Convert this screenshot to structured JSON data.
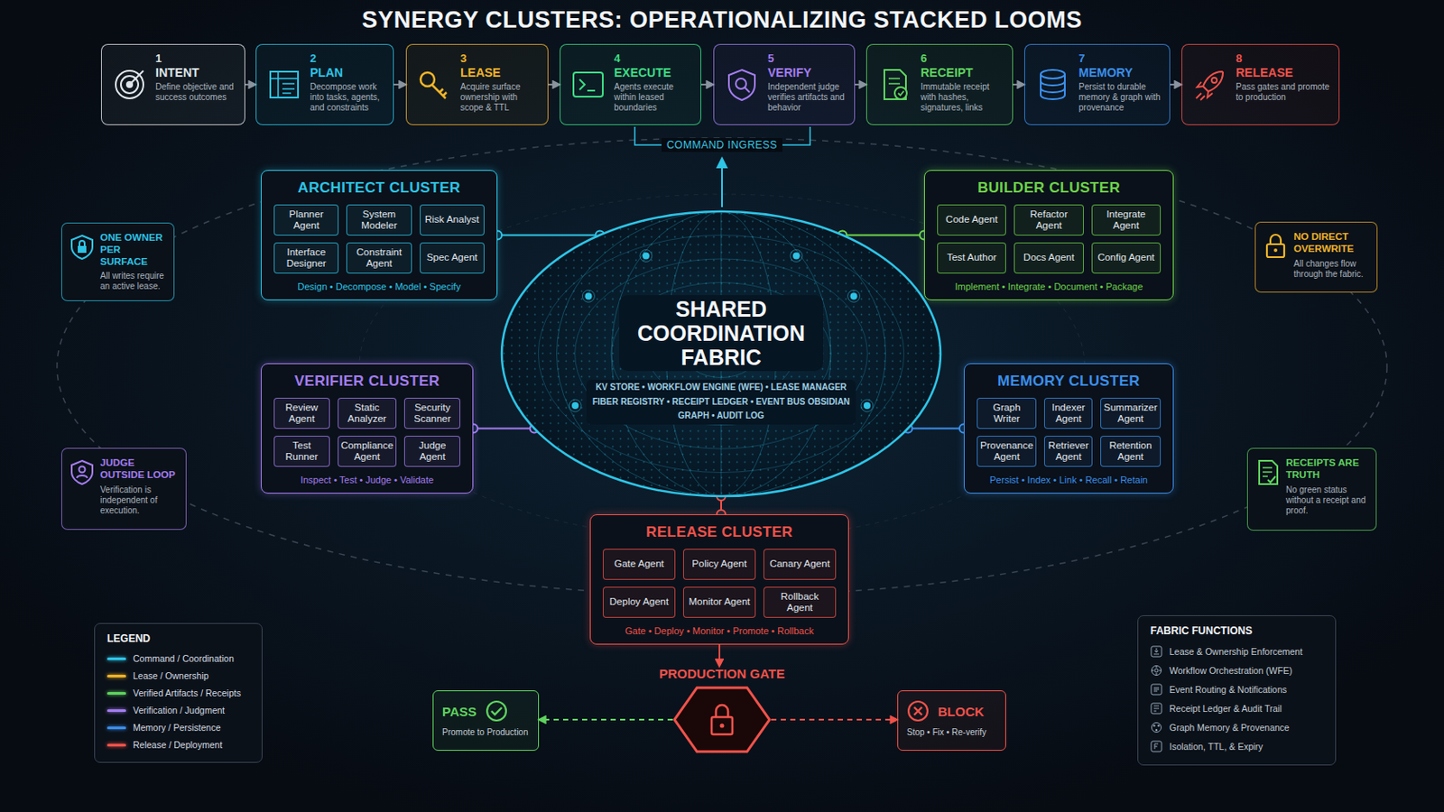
{
  "diagram": {
    "title": "SYNERGY CLUSTERS: OPERATIONALIZING STACKED LOOMS",
    "nodes": [
      {
        "text": [
          "1",
          "INTENT",
          "Define objective and success outcomes"
        ]
      },
      {
        "text": [
          "2",
          "PLAN",
          "Decompose work into tasks, agents, and constraints"
        ]
      },
      {
        "text": [
          "3",
          "LEASE",
          "Acquire surface ownership with scope & TTL"
        ]
      },
      {
        "text": [
          "4",
          "EXECUTE",
          "Agents execute within leased boundaries"
        ]
      },
      {
        "text": [
          "5",
          "VERIFY",
          "Independent judge verifies artifacts and behavior"
        ]
      },
      {
        "text": [
          "6",
          "RECEIPT",
          "Immutable receipt with hashes, signatures, links"
        ]
      },
      {
        "text": [
          "7",
          "MEMORY",
          "Persist to durable memory & graph with provenance"
        ]
      },
      {
        "text": [
          "8",
          "RELEASE",
          "Pass gates and promote to production"
        ]
      },
      {
        "text": [
          "ARCHITECT CLUSTER",
          "Design • Decompose • Model • Specify"
        ]
      },
      {
        "text": [
          "Planner Agent"
        ],
        "in": 8
      },
      {
        "text": [
          "System Modeler"
        ],
        "in": 8
      },
      {
        "text": [
          "Risk Analyst"
        ],
        "in": 8
      },
      {
        "text": [
          "Interface Designer"
        ],
        "in": 8
      },
      {
        "text": [
          "Constraint Agent"
        ],
        "in": 8
      },
      {
        "text": [
          "Spec Agent"
        ],
        "in": 8
      },
      {
        "text": [
          "BUILDER CLUSTER",
          "Implement • Integrate • Document • Package"
        ]
      },
      {
        "text": [
          "Code Agent"
        ],
        "in": 15
      },
      {
        "text": [
          "Refactor Agent"
        ],
        "in": 15
      },
      {
        "text": [
          "Integrate Agent"
        ],
        "in": 15
      },
      {
        "text": [
          "Test Author"
        ],
        "in": 15
      },
      {
        "text": [
          "Docs Agent"
        ],
        "in": 15
      },
      {
        "text": [
          "Config Agent"
        ],
        "in": 15
      },
      {
        "text": [
          "ONE OWNER PER SURFACE",
          "All writes require an active lease."
        ]
      },
      {
        "text": [
          "NO DIRECT OVERWRITE",
          "All changes flow through the fabric."
        ]
      },
      {
        "text": [
          "SHARED COORDINATION FABRIC",
          "KV STORE • WORKFLOW ENGINE (WFE) • LEASE MANAGER FIBER REGISTRY • RECEIPT LEDGER • EVENT BUS OBSIDIAN GRAPH • AUDIT LOG"
        ]
      },
      {
        "text": [
          "VERIFIER CLUSTER",
          "Inspect • Test • Judge • Validate"
        ]
      },
      {
        "text": [
          "Review Agent"
        ],
        "in": 25
      },
      {
        "text": [
          "Static Analyzer"
        ],
        "in": 25
      },
      {
        "text": [
          "Security Scanner"
        ],
        "in": 25
      },
      {
        "text": [
          "Test Runner"
        ],
        "in": 25
      },
      {
        "text": [
          "Compliance Agent"
        ],
        "in": 25
      },
      {
        "text": [
          "Judge Agent"
        ],
        "in": 25
      },
      {
        "text": [
          "MEMORY CLUSTER",
          "Persist • Index • Link • Recall • Retain"
        ]
      },
      {
        "text": [
          "Graph Writer"
        ],
        "in": 32
      },
      {
        "text": [
          "Indexer Agent"
        ],
        "in": 32
      },
      {
        "text": [
          "Summarizer Agent"
        ],
        "in": 32
      },
      {
        "text": [
          "Provenance Agent"
        ],
        "in": 32
      },
      {
        "text": [
          "Retriever Agent"
        ],
        "in": 32
      },
      {
        "text": [
          "Retention Agent"
        ],
        "in": 32
      },
      {
        "text": [
          "JUDGE OUTSIDE LOOP",
          "Verification is independent of execution."
        ]
      },
      {
        "text": [
          "RECEIPTS ARE TRUTH",
          "No green status without a receipt and proof."
        ]
      },
      {
        "text": [
          "RELEASE CLUSTER",
          "Gate • Deploy • Monitor • Promote • Rollback"
        ]
      },
      {
        "text": [
          "Gate Agent"
        ],
        "in": 41
      },
      {
        "text": [
          "Policy Agent"
        ],
        "in": 41
      },
      {
        "text": [
          "Canary Agent"
        ],
        "in": 41
      },
      {
        "text": [
          "Deploy Agent"
        ],
        "in": 41
      },
      {
        "text": [
          "Monitor Agent"
        ],
        "in": 41
      },
      {
        "text": [
          "Rollback Agent"
        ],
        "in": 41
      },
      {
        "text": [
          "PRODUCTION GATE"
        ]
      },
      {
        "text": [
          "PASS",
          "Promote to Production"
        ]
      },
      {
        "text": [
          "BLOCK",
          "Stop • Fix • Re-verify"
        ]
      },
      {
        "text": [
          "FABRIC FUNCTIONS",
          "Lease & Ownership Enforcement",
          "Workflow Orchestration (WFE)",
          "Event Routing & Notifications",
          "Receipt Ledger & Audit Trail",
          "Graph Memory & Provenance",
          "Isolation, TTL, & Expiry"
        ]
      }
    ],
    "edges": [
      {
        "from": 0,
        "to": 1,
        "arrow": "to"
      },
      {
        "from": 1,
        "to": 2,
        "arrow": "to"
      },
      {
        "from": 2,
        "to": 3,
        "arrow": "to"
      },
      {
        "from": 3,
        "to": 4,
        "arrow": "to"
      },
      {
        "from": 4,
        "to": 5,
        "arrow": "to"
      },
      {
        "from": 5,
        "to": 6,
        "arrow": "to"
      },
      {
        "from": 6,
        "to": 7,
        "arrow": "to"
      },
      {
        "from": 24,
        "to": 8,
        "arrow": "none"
      },
      {
        "from": 24,
        "to": 15,
        "arrow": "none"
      },
      {
        "from": 24,
        "to": 25,
        "arrow": "none"
      },
      {
        "from": 24,
        "to": 32,
        "arrow": "none"
      },
      {
        "from": 24,
        "to": 41,
        "arrow": "none"
      },
      {
        "from": 41,
        "to": 48,
        "arrow": "to"
      },
      {
        "from": 48,
        "to": 49,
        "arrow": "to"
      },
      {
        "from": 48,
        "to": 50,
        "arrow": "to"
      }
    ],
    "labels": [
      "COMMAND INGRESS",
      "LEGEND"
    ],
    "legend": [
      {
        "text": "Command / Coordination",
        "color": "#2ec4e6"
      },
      {
        "text": "Lease / Ownership",
        "color": "#f0b429"
      },
      {
        "text": "Verified Artifacts / Receipts",
        "color": "#5fd35f"
      },
      {
        "text": "Verification / Judgment",
        "color": "#a37cf0"
      },
      {
        "text": "Memory / Persistence",
        "color": "#3b8eea"
      },
      {
        "text": "Release / Deployment",
        "color": "#f0524a"
      }
    ]
  }
}
